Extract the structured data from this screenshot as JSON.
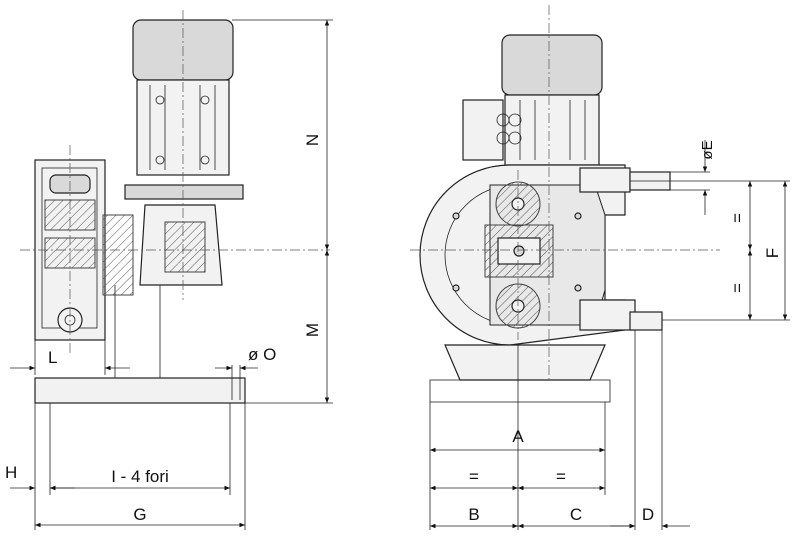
{
  "labels": {
    "N": "N",
    "M": "M",
    "L": "L",
    "O": "ø O",
    "H": "H",
    "I": "I - 4 fori",
    "G": "G",
    "E": "øE",
    "F": "F",
    "eq1": "=",
    "eq2": "=",
    "eq3": "=",
    "eq4": "=",
    "A": "A",
    "B": "B",
    "C": "C",
    "D": "D"
  }
}
